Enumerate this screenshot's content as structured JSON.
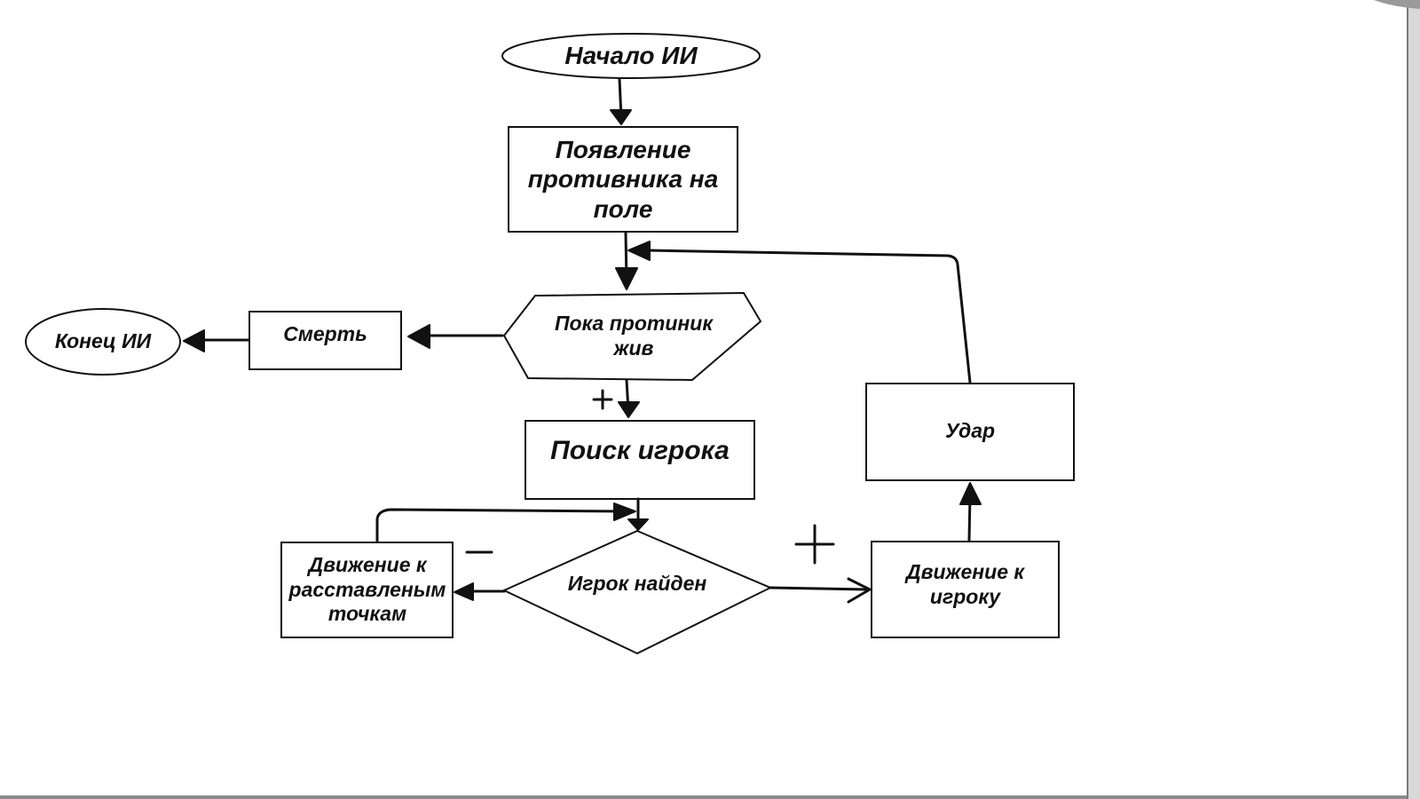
{
  "nodes": {
    "start": "Начало ИИ",
    "spawn": "Появление\nпротивника на\nполе",
    "loop": "Пока протиник\nжив",
    "death": "Смерть",
    "end": "Конец ИИ",
    "search": "Поиск игрока",
    "found": "Игрок найден",
    "patrol": "Движение к\nрасставленым\nточкам",
    "chase": "Движение к\nигроку",
    "hit": "Удар"
  },
  "signs": {
    "loop_yes": "+",
    "found_no": "—",
    "found_yes": "+"
  },
  "edges": [
    {
      "from": "start",
      "to": "spawn"
    },
    {
      "from": "spawn",
      "to": "loop"
    },
    {
      "from": "loop",
      "to": "death"
    },
    {
      "from": "death",
      "to": "end"
    },
    {
      "from": "loop",
      "to": "search",
      "label": "+"
    },
    {
      "from": "search",
      "to": "found"
    },
    {
      "from": "found",
      "to": "patrol",
      "label": "—"
    },
    {
      "from": "patrol",
      "to": "found"
    },
    {
      "from": "found",
      "to": "chase",
      "label": "+"
    },
    {
      "from": "chase",
      "to": "hit"
    },
    {
      "from": "hit",
      "to": "loop"
    }
  ]
}
